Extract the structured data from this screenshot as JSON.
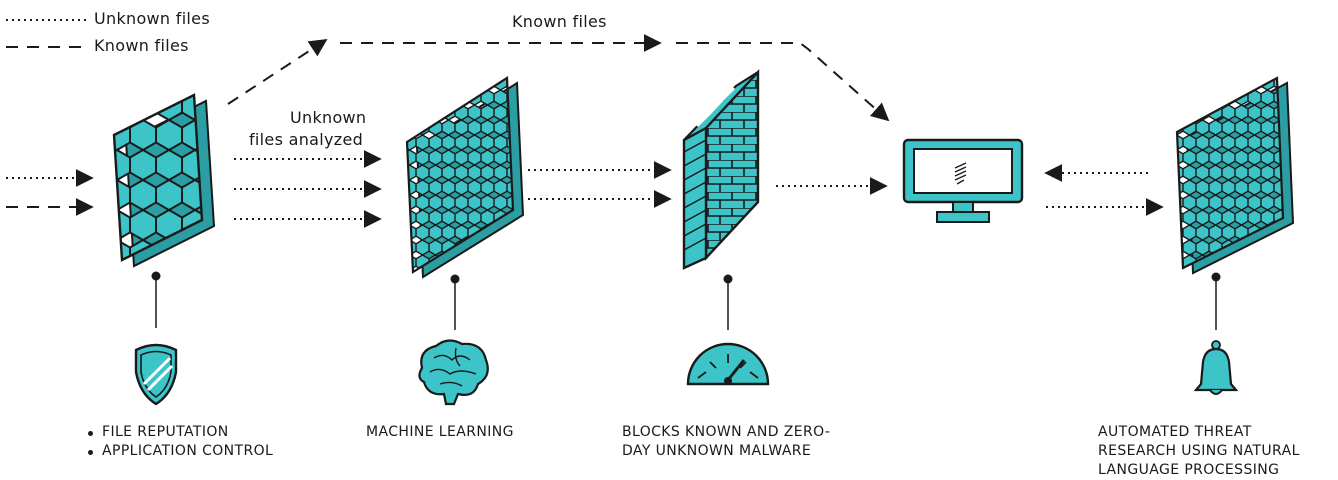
{
  "legend": {
    "unknown_files": "Unknown files",
    "known_files": "Known files"
  },
  "flow": {
    "known_files_top": "Known files",
    "unknown_analyzed_line1": "Unknown",
    "unknown_analyzed_line2": "files analyzed"
  },
  "captions": {
    "stage1": [
      "FILE REPUTATION",
      "APPLICATION CONTROL"
    ],
    "stage2": "MACHINE LEARNING",
    "stage3_line1": "BLOCKS KNOWN AND ZERO-",
    "stage3_line2": "DAY UNKNOWN MALWARE",
    "stage4_line1": "AUTOMATED THREAT",
    "stage4_line2": "RESEARCH USING NATURAL",
    "stage4_line3": "LANGUAGE PROCESSING"
  },
  "icons": [
    "shield-icon",
    "brain-icon",
    "gauge-icon",
    "monitor-icon",
    "bell-icon",
    "hexagon-mesh-icon",
    "firewall-icon"
  ],
  "colors": {
    "accent": "#3cc4c8",
    "outline": "#1a1a1a",
    "shadow": "#2a9ea3",
    "background": "#ffffff"
  }
}
